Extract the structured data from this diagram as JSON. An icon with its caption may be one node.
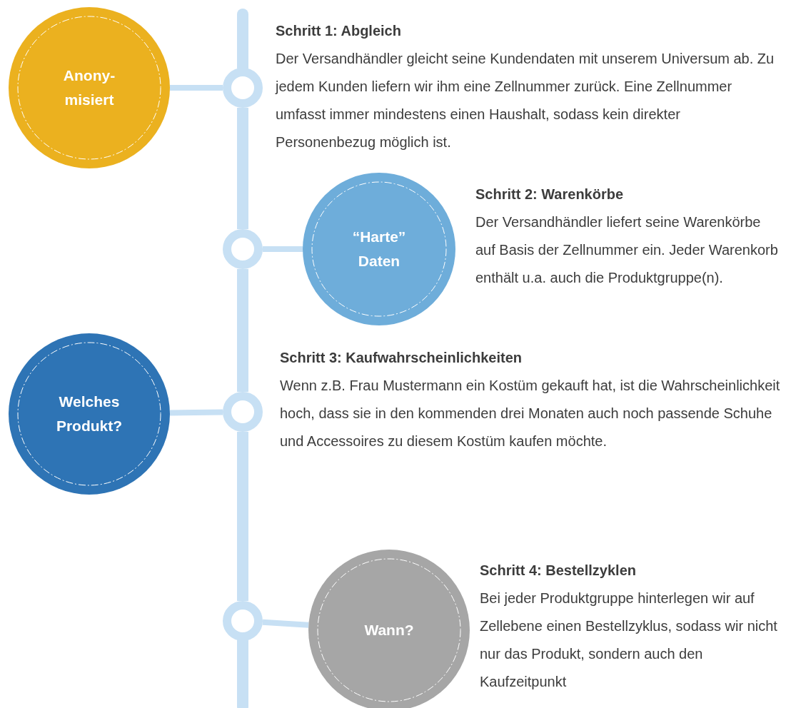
{
  "diagram": {
    "nodes": [
      {
        "text": [
          "Anony-misiert"
        ],
        "beside": [
          "Schritt 1: Abgleich",
          "Der Versandhändler gleicht seine Kundendaten mit unserem Universum ab. Zu jedem Kunden liefern wir ihm eine Zellnummer zurück. Eine Zellnummer umfasst immer mindestens einen Haushalt, sodass kein direkter Personenbezug möglich ist."
        ]
      },
      {
        "text": [],
        "shape": "circle"
      },
      {
        "text": [
          "“Harte” Daten"
        ],
        "beside": [
          "Schritt 2: Warenkörbe",
          "Der Versandhändler liefert seine Warenkörbe auf Basis der Zellnummer ein. Jeder Warenkorb enthält u.a. auch die Produktgruppe(n)."
        ]
      },
      {
        "text": [],
        "shape": "circle"
      },
      {
        "text": [
          "Welches Produkt?"
        ],
        "beside": [
          "Schritt 3: Kaufwahrscheinlichkeiten",
          "Wenn z.B. Frau Mustermann ein Kostüm gekauft hat, ist die Wahrscheinlichkeit hoch, dass sie in den kommenden drei Monaten auch noch passende Schuhe und Accessoires zu diesem Kostüm kaufen möchte."
        ]
      },
      {
        "text": [],
        "shape": "circle"
      },
      {
        "text": [
          "Wann?"
        ],
        "beside": [
          "Schritt 4: Bestellzyklen",
          "Bei jeder Produktgruppe hinterlegen wir auf Zellebene einen Bestellzyklus, sodass wir nicht nur das Produkt, sondern auch den Kaufzeitpunkt"
        ]
      },
      {
        "text": [],
        "shape": "circle"
      }
    ],
    "edges": [
      {
        "from": 0,
        "to": 1,
        "arrow": "none"
      },
      {
        "from": 2,
        "to": 3,
        "arrow": "none"
      },
      {
        "from": 4,
        "to": 5,
        "arrow": "none"
      },
      {
        "from": 6,
        "to": 7,
        "arrow": "none"
      },
      {
        "from": 1,
        "to": 3,
        "arrow": "none",
        "style": "thick"
      },
      {
        "from": 3,
        "to": 5,
        "arrow": "none",
        "style": "thick"
      },
      {
        "from": 5,
        "to": 7,
        "arrow": "none",
        "style": "thick"
      }
    ]
  }
}
